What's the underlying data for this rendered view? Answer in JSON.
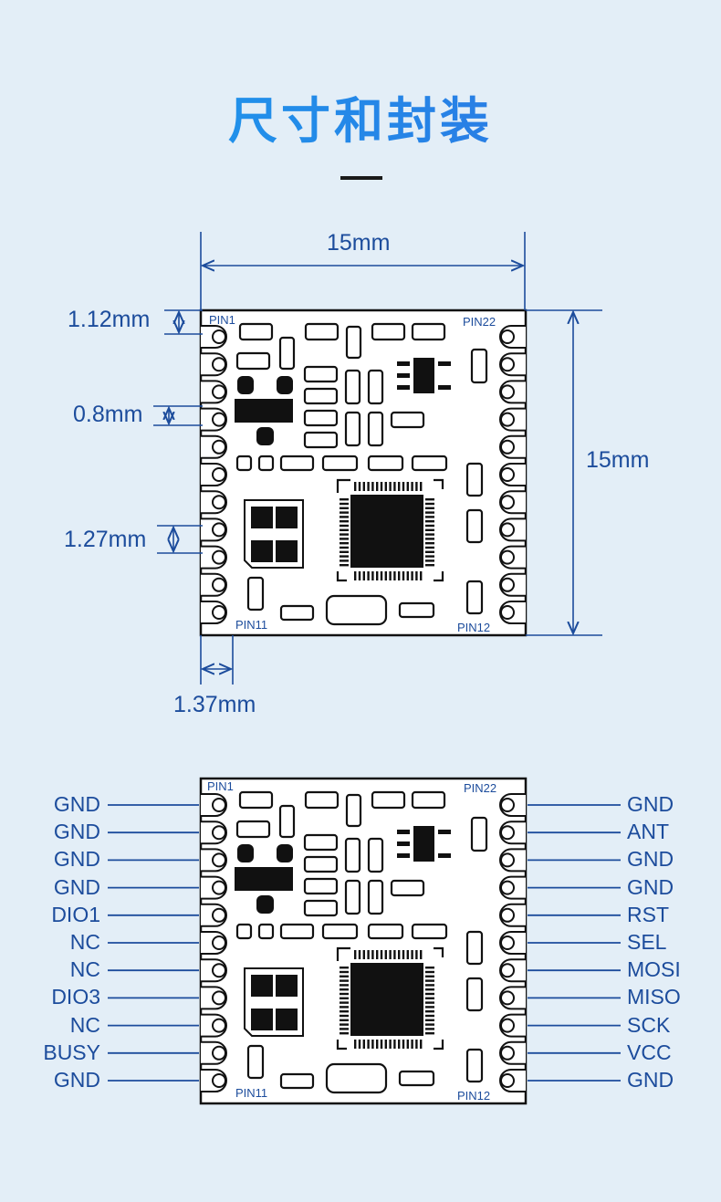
{
  "title": "尺寸和封装",
  "dimensions": {
    "width": "15mm",
    "height": "15mm",
    "top_offset": "1.12mm",
    "pad_width": "0.8mm",
    "pin_pitch": "1.27mm",
    "edge_offset": "1.37mm"
  },
  "markers": {
    "pin1": "PIN1",
    "pin11": "PIN11",
    "pin12": "PIN12",
    "pin22": "PIN22"
  },
  "pins_left": [
    "GND",
    "GND",
    "GND",
    "GND",
    "DIO1",
    "NC",
    "NC",
    "DIO3",
    "NC",
    "BUSY",
    "GND"
  ],
  "pins_right": [
    "GND",
    "ANT",
    "GND",
    "GND",
    "RST",
    "SEL",
    "MOSI",
    "MISO",
    "SCK",
    "VCC",
    "GND"
  ],
  "colors": {
    "title_start": "#1aa0ef",
    "title_end": "#2f6fe0",
    "dimension_line": "#1c4c9c",
    "background": "#e3eef7"
  }
}
